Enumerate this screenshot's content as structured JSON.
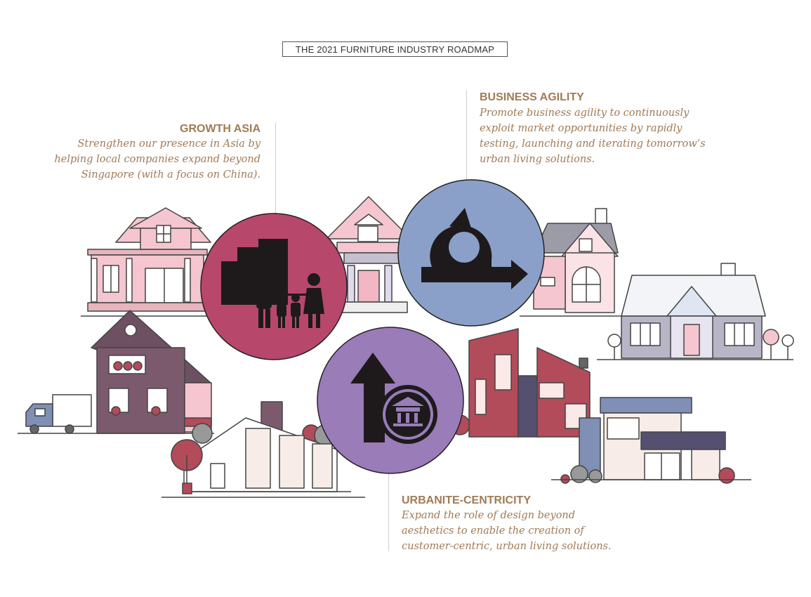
{
  "title": "THE 2021 FURNITURE INDUSTRY ROADMAP",
  "pillars": {
    "growth_asia": {
      "heading": "GROWTH ASIA",
      "line1": "Strengthen our presence in Asia by",
      "line2": "helping local companies expand beyond",
      "line3": "Singapore (with a focus on China)."
    },
    "business_agility": {
      "heading": "BUSINESS AGILITY",
      "line1": "Promote business agility to continuously",
      "line2": "exploit market opportunities by rapidly",
      "line3": "testing, launching and iterating tomorrow’s",
      "line4": "urban living solutions."
    },
    "urbanite_centricity": {
      "heading": "URBANITE-CENTRICITY",
      "line1": "Expand the role of design beyond",
      "line2": "aesthetics to enable the creation of",
      "line3": "customer-centric, urban living solutions."
    }
  },
  "icons": {
    "growth_asia": "city-family-icon",
    "business_agility": "agile-loop-arrow-icon",
    "urbanite_centricity": "up-arrow-pagoda-icon"
  },
  "colors": {
    "text_accent": "#a27a55",
    "circle_growth": "#b8476c",
    "circle_agility": "#8aa0c8",
    "circle_urbanite": "#9a7cb8",
    "house_pink": "#f5c6cf",
    "house_mauve": "#7c5a6e",
    "house_red": "#b24b5a",
    "house_blue": "#7f8fb5"
  }
}
